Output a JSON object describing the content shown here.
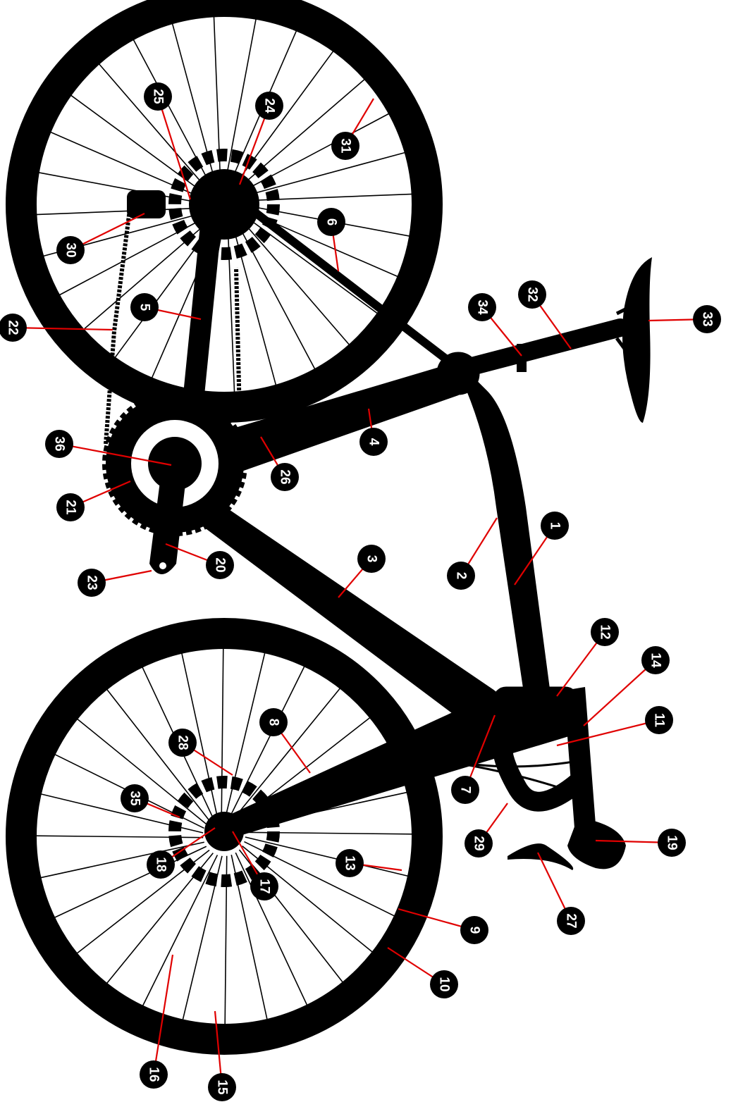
{
  "diagram": {
    "colors": {
      "silhouette": "#000000",
      "leader": "#e00000",
      "label_text": "#ffffff",
      "background": "#ffffff"
    },
    "callouts": [
      {
        "id": "1",
        "text": "1"
      },
      {
        "id": "2",
        "text": "2"
      },
      {
        "id": "3",
        "text": "3"
      },
      {
        "id": "4",
        "text": "4"
      },
      {
        "id": "5",
        "text": "5"
      },
      {
        "id": "6",
        "text": "6"
      },
      {
        "id": "7",
        "text": "7"
      },
      {
        "id": "8",
        "text": "8"
      },
      {
        "id": "9",
        "text": "9"
      },
      {
        "id": "10",
        "text": "10"
      },
      {
        "id": "11",
        "text": "11"
      },
      {
        "id": "12",
        "text": "12"
      },
      {
        "id": "13",
        "text": "13"
      },
      {
        "id": "14",
        "text": "14"
      },
      {
        "id": "15",
        "text": "15"
      },
      {
        "id": "16",
        "text": "16"
      },
      {
        "id": "17",
        "text": "17"
      },
      {
        "id": "18",
        "text": "18"
      },
      {
        "id": "19",
        "text": "19"
      },
      {
        "id": "20",
        "text": "20"
      },
      {
        "id": "21",
        "text": "21"
      },
      {
        "id": "22",
        "text": "22"
      },
      {
        "id": "23",
        "text": "23"
      },
      {
        "id": "24",
        "text": "24"
      },
      {
        "id": "25",
        "text": "25"
      },
      {
        "id": "26",
        "text": "26"
      },
      {
        "id": "27",
        "text": "27"
      },
      {
        "id": "28",
        "text": "28"
      },
      {
        "id": "29",
        "text": "29"
      },
      {
        "id": "30",
        "text": "30"
      },
      {
        "id": "31",
        "text": "31"
      },
      {
        "id": "32",
        "text": "32"
      },
      {
        "id": "33",
        "text": "33"
      },
      {
        "id": "34",
        "text": "34"
      },
      {
        "id": "35",
        "text": "35"
      },
      {
        "id": "36",
        "text": "36"
      }
    ]
  }
}
